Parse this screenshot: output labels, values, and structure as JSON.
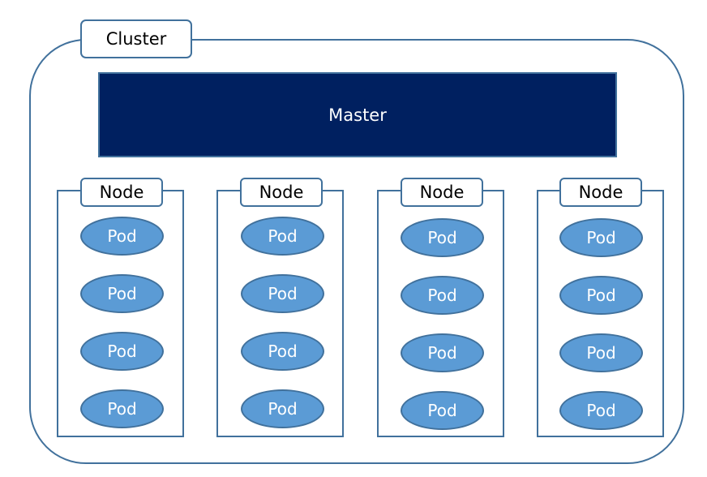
{
  "cluster": {
    "label": "Cluster"
  },
  "master": {
    "label": "Master"
  },
  "nodes": [
    {
      "label": "Node",
      "pods": [
        "Pod",
        "Pod",
        "Pod",
        "Pod"
      ]
    },
    {
      "label": "Node",
      "pods": [
        "Pod",
        "Pod",
        "Pod",
        "Pod"
      ]
    },
    {
      "label": "Node",
      "pods": [
        "Pod",
        "Pod",
        "Pod",
        "Pod"
      ]
    },
    {
      "label": "Node",
      "pods": [
        "Pod",
        "Pod",
        "Pod",
        "Pod"
      ]
    }
  ],
  "colors": {
    "border": "#41719c",
    "master_fill": "#002060",
    "pod_fill": "#5b9bd5"
  }
}
